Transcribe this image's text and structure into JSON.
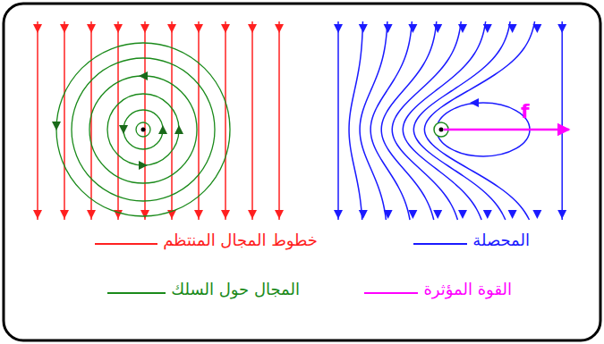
{
  "diagram": {
    "labels": [
      "f"
    ],
    "legend": [
      {
        "text": "خطوط المجال المنتظم"
      },
      {
        "text": "المحصلة"
      },
      {
        "text": "المجال حول السلك"
      },
      {
        "text": "القوة المؤثرة"
      }
    ]
  }
}
